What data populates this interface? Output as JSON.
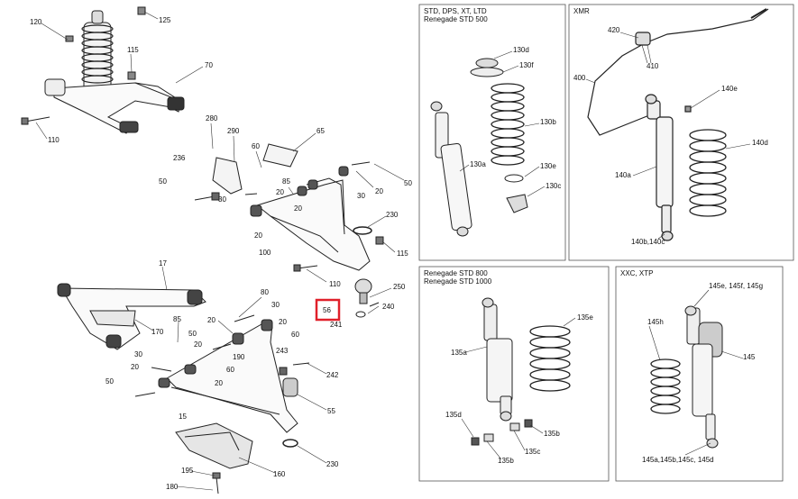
{
  "labels": {
    "l120": "120",
    "l125": "125",
    "l115a": "115",
    "l70": "70",
    "l110a": "110",
    "l280": "280",
    "l290": "290",
    "l60a": "60",
    "l65": "65",
    "l236": "236",
    "l50a": "50",
    "l85a": "85",
    "l20a": "20",
    "l30a": "30",
    "l30b": "30",
    "l20b": "20",
    "l50b": "50",
    "l230a": "230",
    "l20c": "20",
    "l100": "100",
    "l115b": "115",
    "l110b": "110",
    "l250": "250",
    "l56": "56",
    "l240": "240",
    "l241": "241",
    "l17": "17",
    "l80": "80",
    "l30c": "30",
    "l85b": "85",
    "l20d": "20",
    "l60b": "60",
    "l170": "170",
    "l50c": "50",
    "l20e": "20",
    "l243": "243",
    "l30d": "30",
    "l190": "190",
    "l60c": "60",
    "l242": "242",
    "l20f": "20",
    "l50d": "50",
    "l55": "55",
    "l15": "15",
    "l230b": "230",
    "l160": "160",
    "l195": "195",
    "l180": "180"
  },
  "panels": {
    "std": {
      "title1": "STD, DPS, XT, LTD",
      "title2": "Renegade STD 500",
      "parts": {
        "p130d": "130d",
        "p130f": "130f",
        "p130b": "130b",
        "p130a": "130a",
        "p130e": "130e",
        "p130c": "130c"
      }
    },
    "xmr": {
      "title1": "XMR",
      "parts": {
        "p420": "420",
        "p410": "410",
        "p400": "400",
        "p140e": "140e",
        "p140d": "140d",
        "p140a": "140a",
        "p140bc": "140b,140c"
      }
    },
    "ren800": {
      "title1": "Renegade STD 800",
      "title2": "Renegade STD 1000",
      "parts": {
        "p135e": "135e",
        "p135a": "135a",
        "p135d": "135d",
        "p135b1": "135b",
        "p135c": "135c",
        "p135b2": "135b"
      }
    },
    "xxc": {
      "title1": "XXC, XTP",
      "parts": {
        "p145efg": "145e, 145f, 145g",
        "p145h": "145h",
        "p145": "145",
        "p145abcd": "145a,145b,145c, 145d"
      }
    }
  },
  "highlight_color": "#e0202a"
}
